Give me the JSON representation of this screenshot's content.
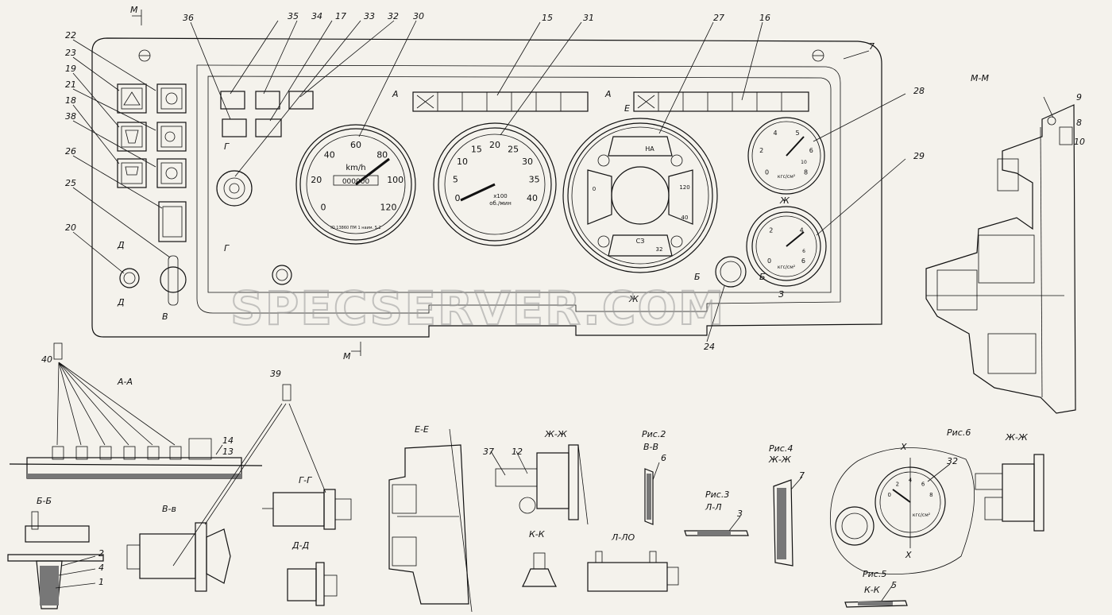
{
  "watermark": "SPECSERVER.COM",
  "callouts": [
    {
      "id": "c22",
      "text": "22"
    },
    {
      "id": "c23",
      "text": "23"
    },
    {
      "id": "c19",
      "text": "19"
    },
    {
      "id": "c21",
      "text": "21"
    },
    {
      "id": "c18",
      "text": "18"
    },
    {
      "id": "c38",
      "text": "38"
    },
    {
      "id": "c26",
      "text": "26"
    },
    {
      "id": "c25",
      "text": "25"
    },
    {
      "id": "c20",
      "text": "20"
    },
    {
      "id": "c36",
      "text": "36"
    },
    {
      "id": "c35",
      "text": "35"
    },
    {
      "id": "c34",
      "text": "34"
    },
    {
      "id": "c17",
      "text": "17"
    },
    {
      "id": "c33",
      "text": "33"
    },
    {
      "id": "c32",
      "text": "32"
    },
    {
      "id": "c30",
      "text": "30"
    },
    {
      "id": "c15",
      "text": "15"
    },
    {
      "id": "c31",
      "text": "31"
    },
    {
      "id": "c27",
      "text": "27"
    },
    {
      "id": "c16",
      "text": "16"
    },
    {
      "id": "c7",
      "text": "7"
    },
    {
      "id": "c28",
      "text": "28"
    },
    {
      "id": "c29",
      "text": "29"
    },
    {
      "id": "c24",
      "text": "24"
    },
    {
      "id": "c9",
      "text": "9"
    },
    {
      "id": "c8",
      "text": "8"
    },
    {
      "id": "c10",
      "text": "10"
    },
    {
      "id": "c40",
      "text": "40"
    },
    {
      "id": "c14",
      "text": "14"
    },
    {
      "id": "c13",
      "text": "13"
    },
    {
      "id": "c39",
      "text": "39"
    },
    {
      "id": "c2",
      "text": "2"
    },
    {
      "id": "c4",
      "text": "4"
    },
    {
      "id": "c1",
      "text": "1"
    },
    {
      "id": "c37",
      "text": "37"
    },
    {
      "id": "c12",
      "text": "12"
    },
    {
      "id": "c6",
      "text": "6"
    },
    {
      "id": "c3",
      "text": "3"
    },
    {
      "id": "c7b",
      "text": "7"
    },
    {
      "id": "c32b",
      "text": "32"
    },
    {
      "id": "c5",
      "text": "5"
    }
  ],
  "section_marks": {
    "m_top": "М",
    "m_bottom": "М",
    "a_left": "А",
    "a_right": "А",
    "a_dd_top": "Д",
    "a_dd_bottom": "Д",
    "v_mark": "В",
    "g_top": "Г",
    "g_bottom": "Г",
    "e_mark": "Е",
    "zh_mark": "Ж",
    "b_left": "Б",
    "b_right": "Б",
    "z_top": "Ж",
    "z_bottom": "З",
    "x_top": "Х",
    "x_bottom": "Х"
  },
  "section_titles": {
    "mm": "М-М",
    "aa": "А-А",
    "bb": "Б-Б",
    "vv": "В-в",
    "gg": "Г-Г",
    "dd": "Д-Д",
    "ee": "Е-Е",
    "zhzh1": "Ж-Ж",
    "kk1": "К-К",
    "ll1": "Л-ЛО",
    "ris2": "Рис.2",
    "ris2_sec": "В-В",
    "ris3": "Рис.3",
    "ris3_sec": "Л-Л",
    "ris4": "Рис.4",
    "ris4_sec": "Ж-Ж",
    "ris5": "Рис.5",
    "ris5_sec": "К-К",
    "ris6": "Рис.6",
    "zhzh2": "Ж-Ж"
  },
  "speedometer": {
    "ticks": [
      "0",
      "20",
      "40",
      "60",
      "80",
      "100",
      "120"
    ],
    "unit": "km/h",
    "odometer": "000000",
    "footer": "Ю 13860 ПМ 1 наим. 5.2"
  },
  "tachometer": {
    "ticks": [
      "0",
      "5",
      "10",
      "15",
      "20",
      "25",
      "30",
      "35",
      "40"
    ],
    "unit_top": "х100",
    "unit_bottom": "об./мин"
  },
  "combo_gauge": {
    "top": "НА",
    "right_top": "120",
    "right_bottom": "40",
    "bottom": "СЗ",
    "bottom_right": "32",
    "left": "0"
  },
  "pressure_gauge_1": {
    "ticks": [
      "0",
      "2",
      "4",
      "5",
      "6",
      "8"
    ],
    "unit": "кгс/см²",
    "brand": "10"
  },
  "pressure_gauge_2": {
    "ticks": [
      "0",
      "2",
      "4",
      "6"
    ],
    "unit": "кгс/см²",
    "brand": "6"
  },
  "small_gauge_detail": {
    "ticks": [
      "0",
      "2",
      "4",
      "6",
      "8"
    ],
    "unit": "кгс/см²"
  },
  "colors": {
    "line": "#111111",
    "paper": "#f4f2ec",
    "watermark": "#9a9a9a"
  }
}
